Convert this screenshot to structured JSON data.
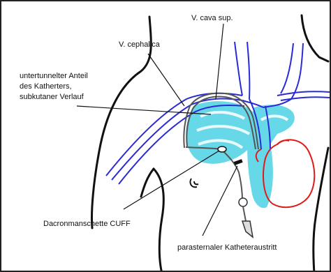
{
  "labels": {
    "vena_cava": "V. cava sup.",
    "vena_cephalica": "V. cephalica",
    "tunnel_line1": "untertunnelter Anteil",
    "tunnel_line2": "des Katherters,",
    "tunnel_line3": "subkutaner Verlauf",
    "cuff": "Dacronmanschette CUFF",
    "exit": "parasternaler Katheteraustritt"
  },
  "colors": {
    "outline": "#111111",
    "veins": "#2a2ad6",
    "lungs": "#5fd6e6",
    "heart": "#e01a1a",
    "catheter": "#555555"
  }
}
